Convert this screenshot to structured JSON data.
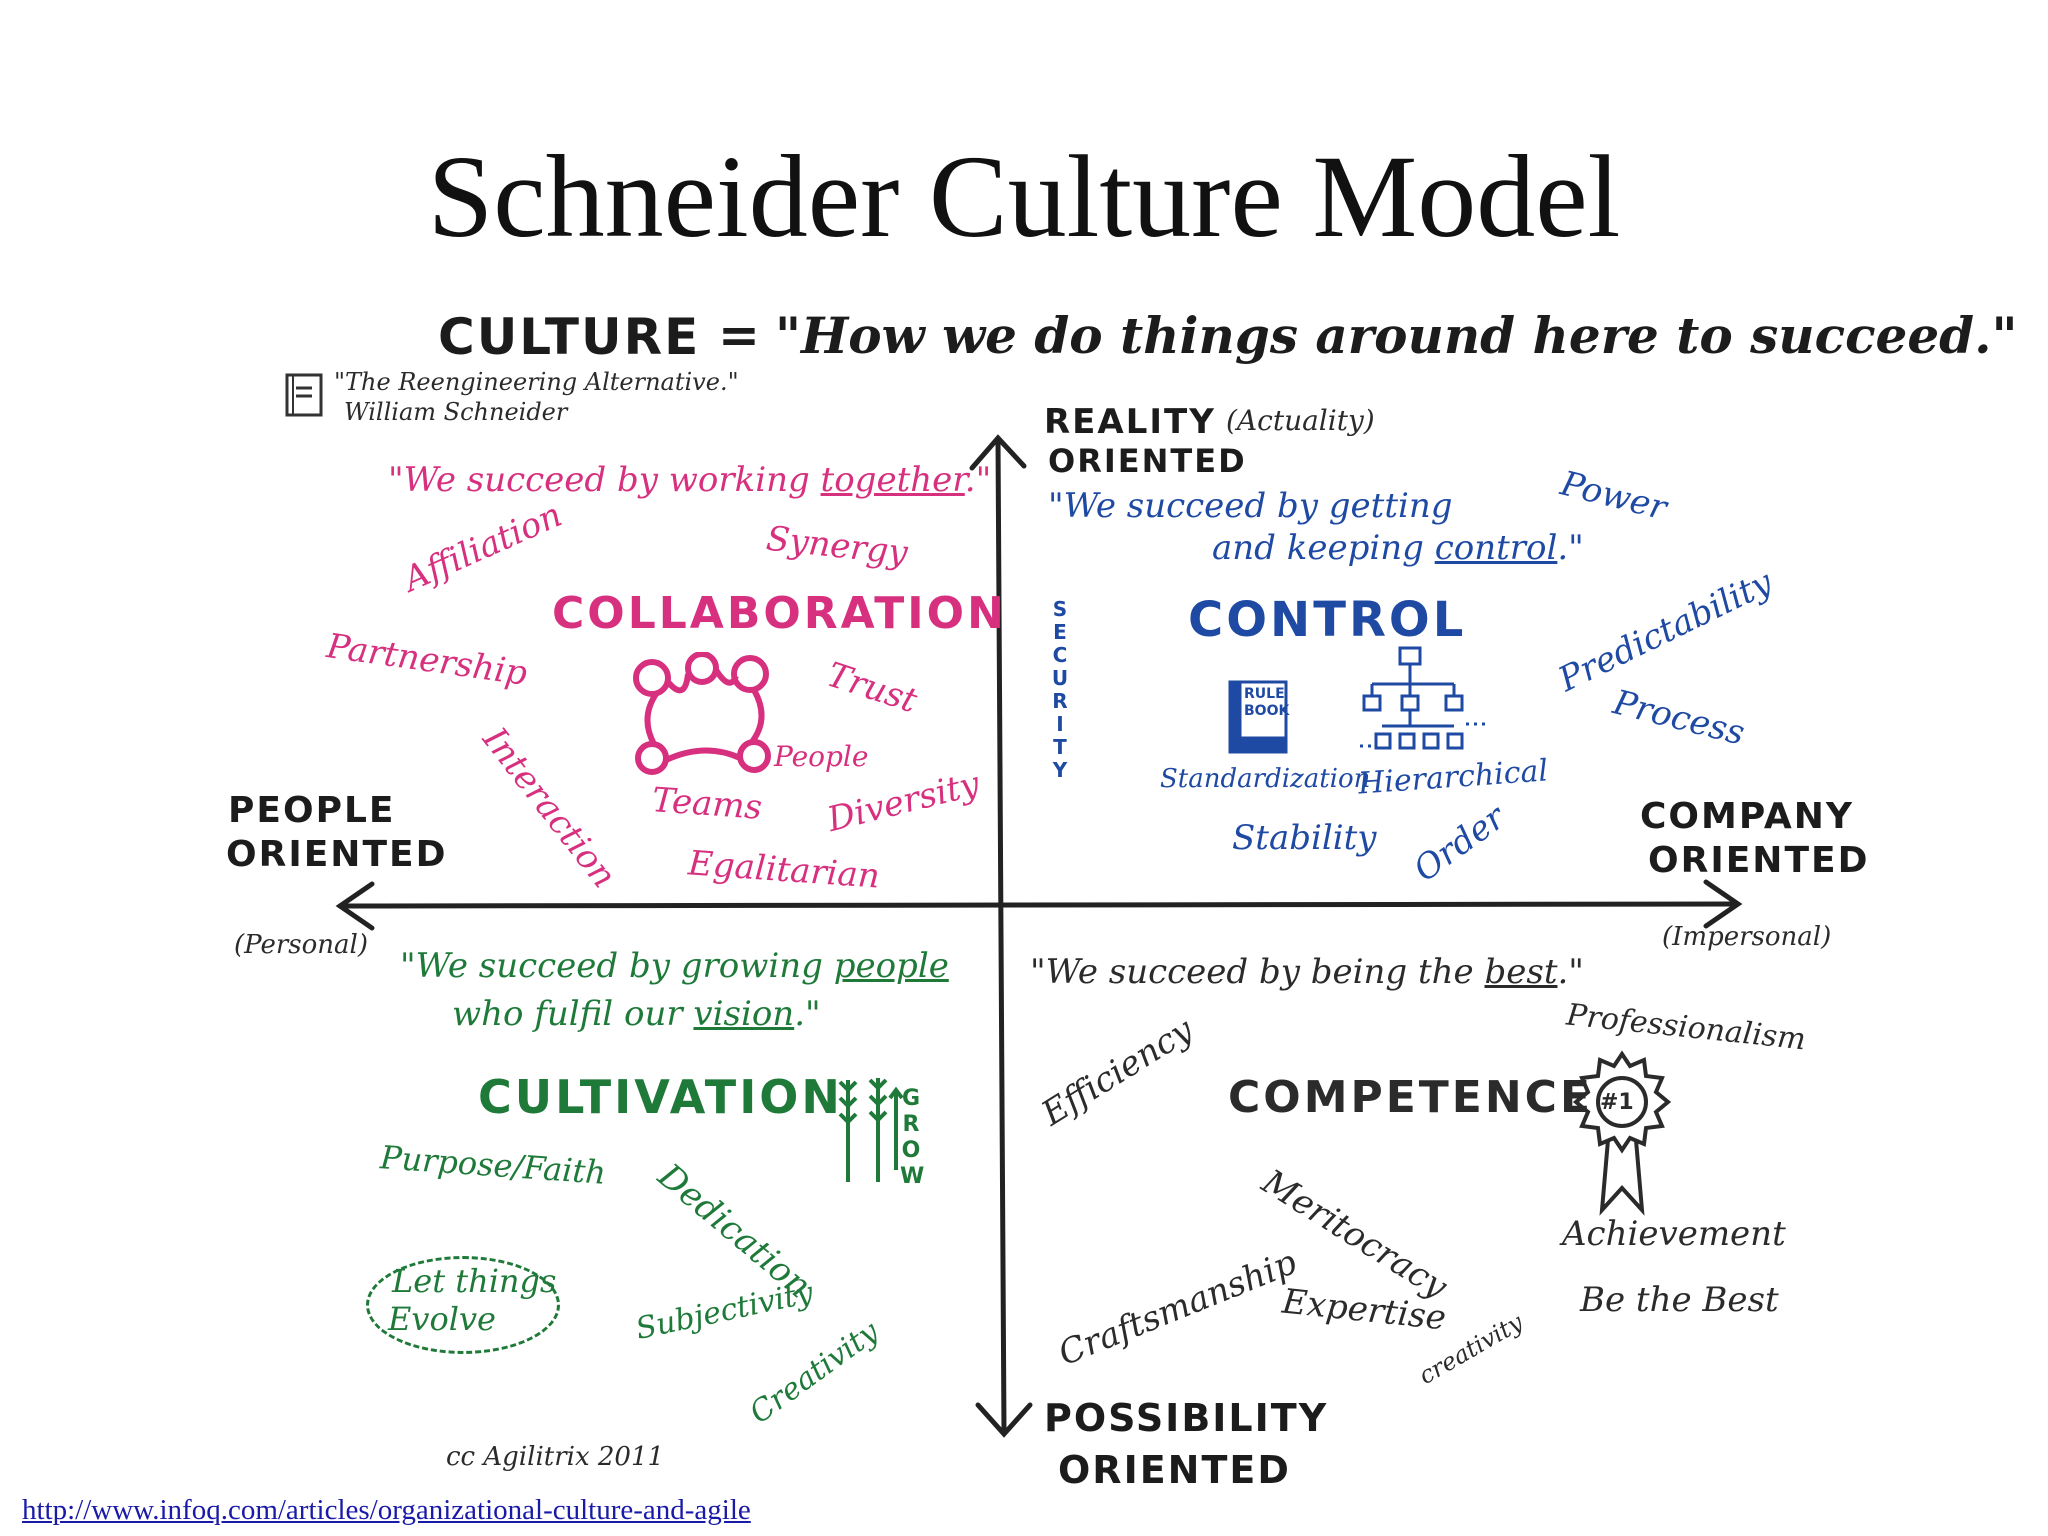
{
  "title": "Schneider Culture Model",
  "definition": {
    "term": "CULTURE",
    "equals": "=",
    "meaning": "\"How we do things around here to succeed.\""
  },
  "source": {
    "line1": "\"The Reengineering Alternative.\"",
    "line2": "William Schneider"
  },
  "axes": {
    "top": {
      "label_1": "REALITY",
      "label_2": "ORIENTED",
      "note": "(Actuality)"
    },
    "bottom": {
      "label_1": "POSSIBILITY",
      "label_2": "ORIENTED"
    },
    "left": {
      "label_1": "PEOPLE",
      "label_2": "ORIENTED",
      "note": "(Personal)"
    },
    "right": {
      "label_1": "COMPANY",
      "label_2": "ORIENTED",
      "note": "(Impersonal)"
    },
    "security": "SECURITY"
  },
  "collaboration": {
    "color": "#d6307f",
    "quote_pre": "\"We succeed by working ",
    "quote_under": "together",
    "quote_post": ".\"",
    "title": "COLLABORATION",
    "words": {
      "affiliation": "Affiliation",
      "synergy": "Synergy",
      "partnership": "Partnership",
      "trust": "Trust",
      "interaction": "Interaction",
      "people": "People",
      "teams": "Teams",
      "diversity": "Diversity",
      "egalitarian": "Egalitarian"
    }
  },
  "control": {
    "color": "#1f4aa3",
    "quote_line1": "\"We succeed by getting",
    "quote_line2_pre": "and keeping ",
    "quote_line2_under": "control",
    "quote_line2_post": ".\"",
    "title": "CONTROL",
    "rulebook": "RULE BOOK",
    "words": {
      "power": "Power",
      "predictability": "Predictability",
      "process": "Process",
      "standardization": "Standardization",
      "hierarchical": "Hierarchical",
      "stability": "Stability",
      "order": "Order"
    }
  },
  "cultivation": {
    "color": "#1f7a3a",
    "quote_line1_pre": "\"We succeed by growing ",
    "quote_line1_under": "people",
    "quote_line2_pre": "who fulfil our ",
    "quote_line2_under": "vision",
    "quote_line2_post": ".\"",
    "title": "CULTIVATION",
    "grow": "GROW",
    "words": {
      "purpose": "Purpose/Faith",
      "dedication": "Dedication",
      "let_things": "Let things",
      "evolve": "Evolve",
      "subjectivity": "Subjectivity",
      "creativity": "Creativity"
    }
  },
  "competence": {
    "color": "#2b2b2b",
    "quote_pre": "\"We succeed by being the ",
    "quote_under": "best",
    "quote_post": ".\"",
    "title": "COMPETENCE",
    "badge": "#1",
    "words": {
      "efficiency": "Efficiency",
      "professionalism": "Professionalism",
      "meritocracy": "Meritocracy",
      "craftsmanship": "Craftsmanship",
      "expertise": "Expertise",
      "creativity": "creativity",
      "achievement": "Achievement",
      "be_the_best": "Be the Best"
    }
  },
  "credit": "cc Agilitrix 2011",
  "link": "http://www.infoq.com/articles/organizational-culture-and-agile"
}
